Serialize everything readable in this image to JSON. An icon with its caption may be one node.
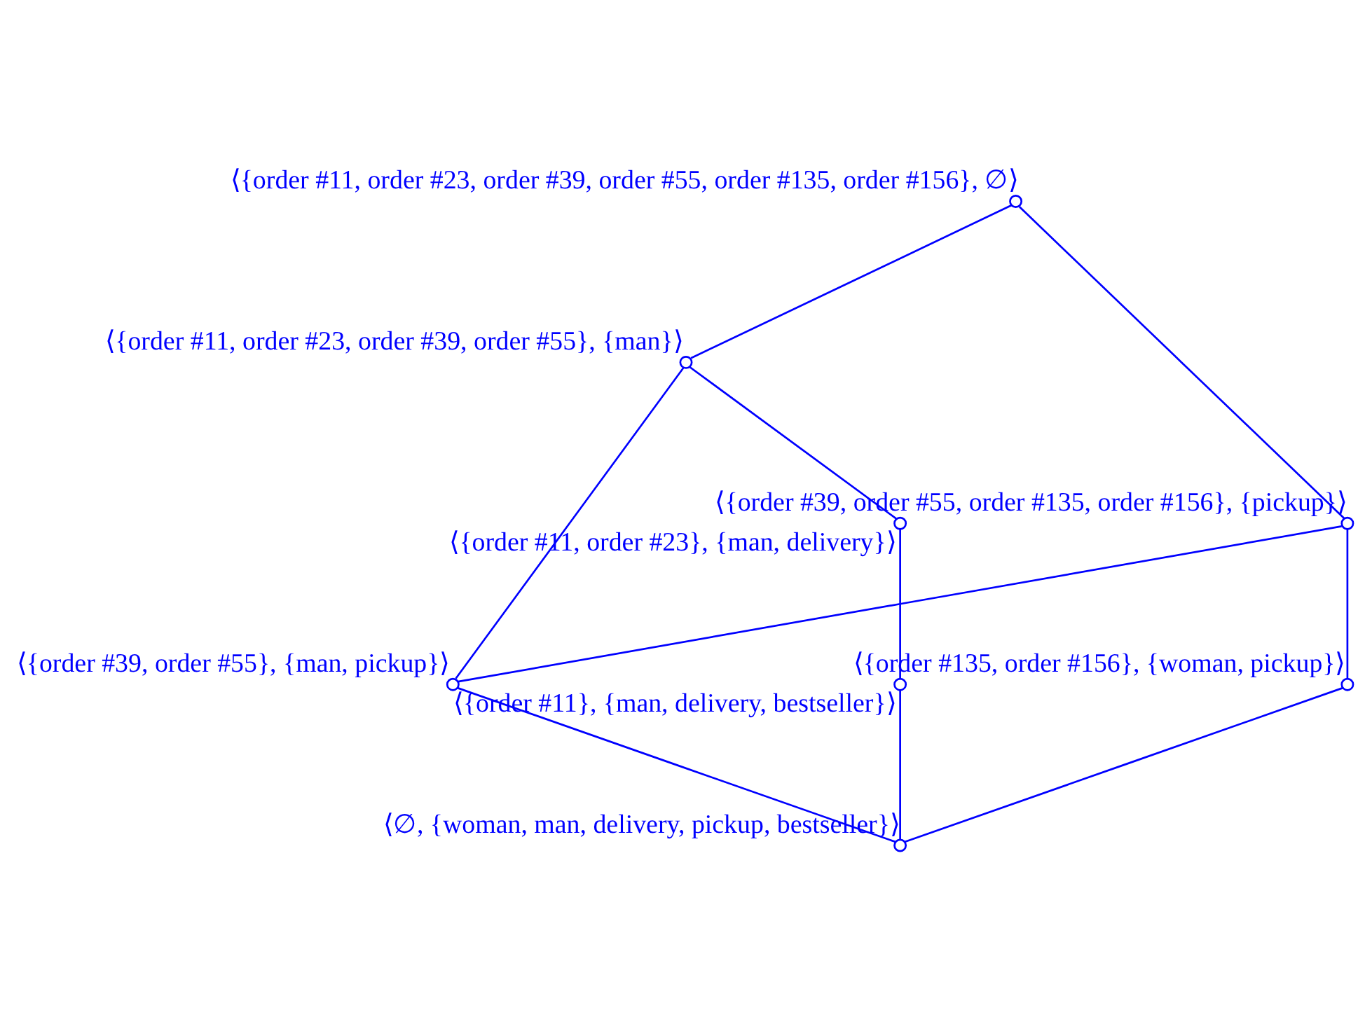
{
  "diagram": {
    "nodes": [
      {
        "text": [],
        "shape": "circle",
        "beside": [
          "⟨{order #11, order #23, order #39, order #55, order #135, order #156}, ∅⟩"
        ]
      },
      {
        "text": [],
        "shape": "circle",
        "beside": [
          "⟨{order #11, order #23, order #39, order #55}, {man}⟩"
        ]
      },
      {
        "text": [],
        "shape": "circle",
        "beside": [
          "⟨{order #39, order #55, order #135, order #156}, {pickup}⟩"
        ]
      },
      {
        "text": [],
        "shape": "circle",
        "beside": [
          "⟨{order #11, order #23}, {man, delivery}⟩"
        ]
      },
      {
        "text": [],
        "shape": "circle",
        "beside": [
          "⟨{order #135, order #156}, {woman, pickup}⟩"
        ]
      },
      {
        "text": [],
        "shape": "circle",
        "beside": [
          "⟨{order #39, order #55}, {man, pickup}⟩"
        ]
      },
      {
        "text": [],
        "shape": "circle",
        "beside": [
          "⟨{order #11}, {man, delivery, bestseller}⟩"
        ]
      },
      {
        "text": [],
        "shape": "circle",
        "beside": [
          "⟨∅, {woman, man, delivery, pickup, bestseller}⟩"
        ]
      }
    ],
    "edges": [
      {
        "from": 0,
        "to": 1,
        "arrow": "none"
      },
      {
        "from": 0,
        "to": 2,
        "arrow": "none"
      },
      {
        "from": 1,
        "to": 5,
        "arrow": "none"
      },
      {
        "from": 1,
        "to": 3,
        "arrow": "none"
      },
      {
        "from": 2,
        "to": 4,
        "arrow": "none"
      },
      {
        "from": 2,
        "to": 5,
        "arrow": "none"
      },
      {
        "from": 3,
        "to": 6,
        "arrow": "none"
      },
      {
        "from": 4,
        "to": 7,
        "arrow": "none"
      },
      {
        "from": 5,
        "to": 7,
        "arrow": "none"
      },
      {
        "from": 6,
        "to": 7,
        "arrow": "none"
      }
    ]
  }
}
